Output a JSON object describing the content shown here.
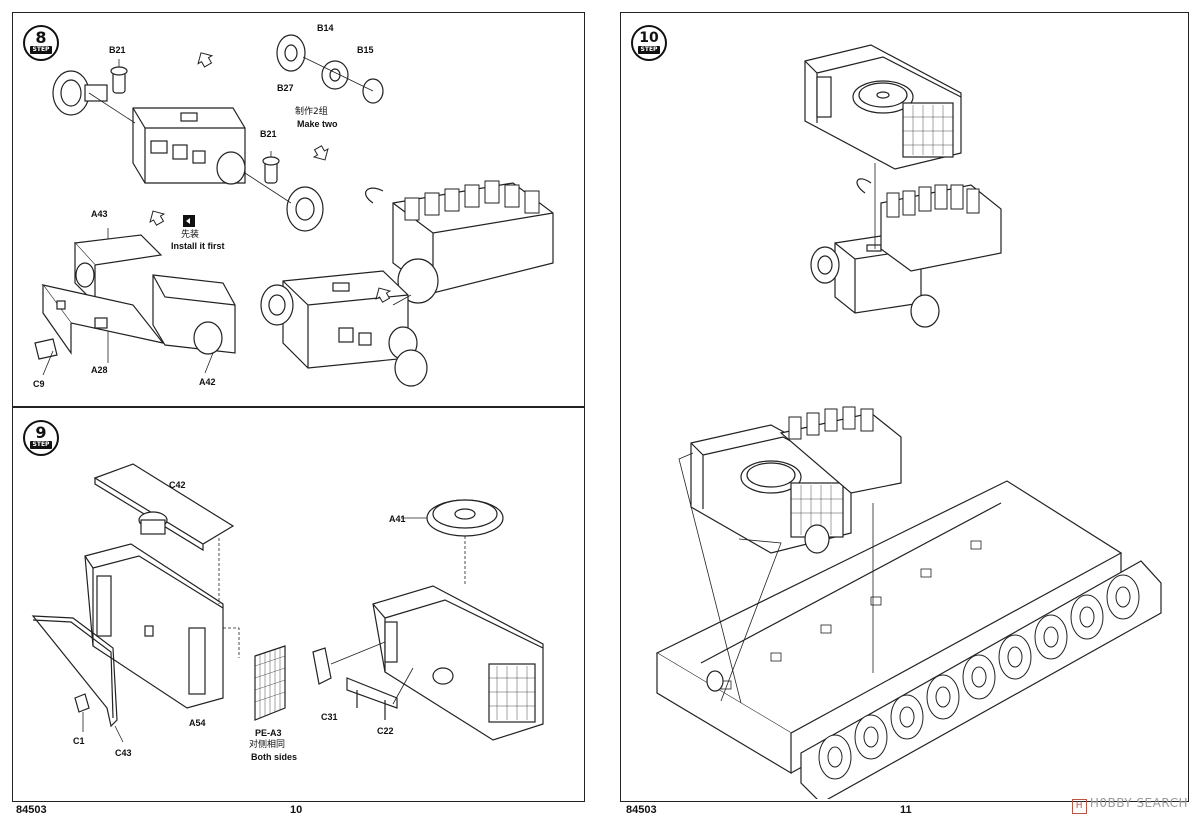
{
  "left_page": {
    "page_number": "10",
    "product_code": "84503",
    "step8": {
      "step_number": "8",
      "step_word": "STEP",
      "parts": [
        "B21",
        "B14",
        "B15",
        "B27",
        "B21",
        "A43",
        "A28",
        "A42",
        "C9"
      ],
      "note_make_two_cn": "制作2组",
      "note_make_two_en": "Make two",
      "note_install_first_cn": "先装",
      "note_install_first_en": "Install it first",
      "install_first_icon": "install-first-arrow-icon"
    },
    "step9": {
      "step_number": "9",
      "step_word": "STEP",
      "parts": [
        "C42",
        "A41",
        "C1",
        "C43",
        "A54",
        "PE-A3",
        "C31",
        "C22"
      ],
      "note_both_sides_cn": "对侧相同",
      "note_both_sides_en": "Both sides"
    }
  },
  "right_page": {
    "page_number": "11",
    "product_code": "84503",
    "step10": {
      "step_number": "10",
      "step_word": "STEP"
    }
  },
  "watermark": {
    "icon": "hobbysearch-logo-icon",
    "text": "H0BBY SEARCH"
  },
  "colors": {
    "line": "#222222",
    "paper": "#ffffff",
    "watermark": "#9a9a9a"
  }
}
